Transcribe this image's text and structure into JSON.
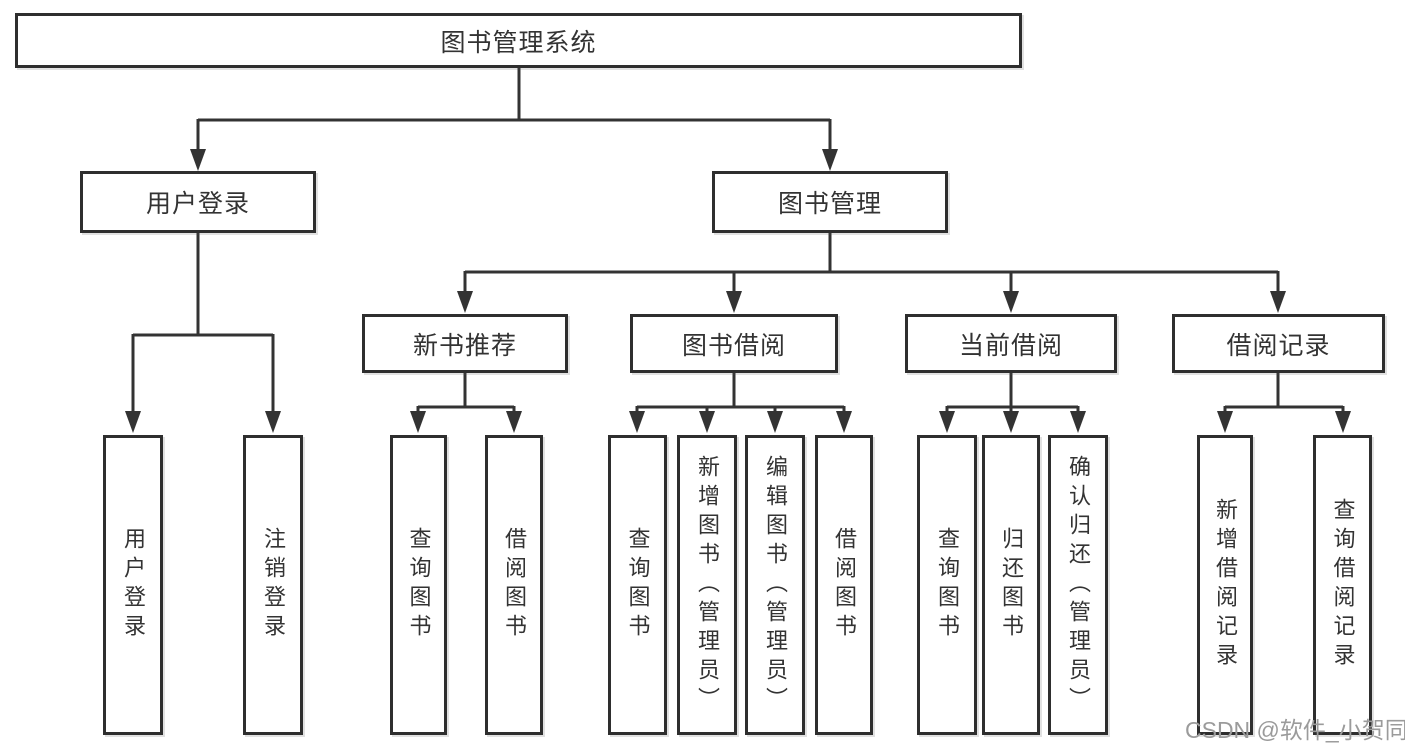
{
  "colors": {
    "line": "#333333",
    "box_border": "#2e2e2e",
    "text": "#333333",
    "watermark": "#9b9b9b",
    "background": "#ffffff"
  },
  "watermark": {
    "text": "CSDN @软件_小贺同学"
  },
  "tree": {
    "label": "图书管理系统",
    "children": [
      {
        "label": "用户登录",
        "children": [
          {
            "label": "用户登录"
          },
          {
            "label": "注销登录"
          }
        ]
      },
      {
        "label": "图书管理",
        "children": [
          {
            "label": "新书推荐",
            "children": [
              {
                "label": "查询图书"
              },
              {
                "label": "借阅图书"
              }
            ]
          },
          {
            "label": "图书借阅",
            "children": [
              {
                "label": "查询图书"
              },
              {
                "label": "新增图书（管理员）"
              },
              {
                "label": "编辑图书（管理员）"
              },
              {
                "label": "借阅图书"
              }
            ]
          },
          {
            "label": "当前借阅",
            "children": [
              {
                "label": "查询图书"
              },
              {
                "label": "归还图书"
              },
              {
                "label": "确认归还（管理员）"
              }
            ]
          },
          {
            "label": "借阅记录",
            "children": [
              {
                "label": "新增借阅记录"
              },
              {
                "label": "查询借阅记录"
              }
            ]
          }
        ]
      }
    ]
  }
}
